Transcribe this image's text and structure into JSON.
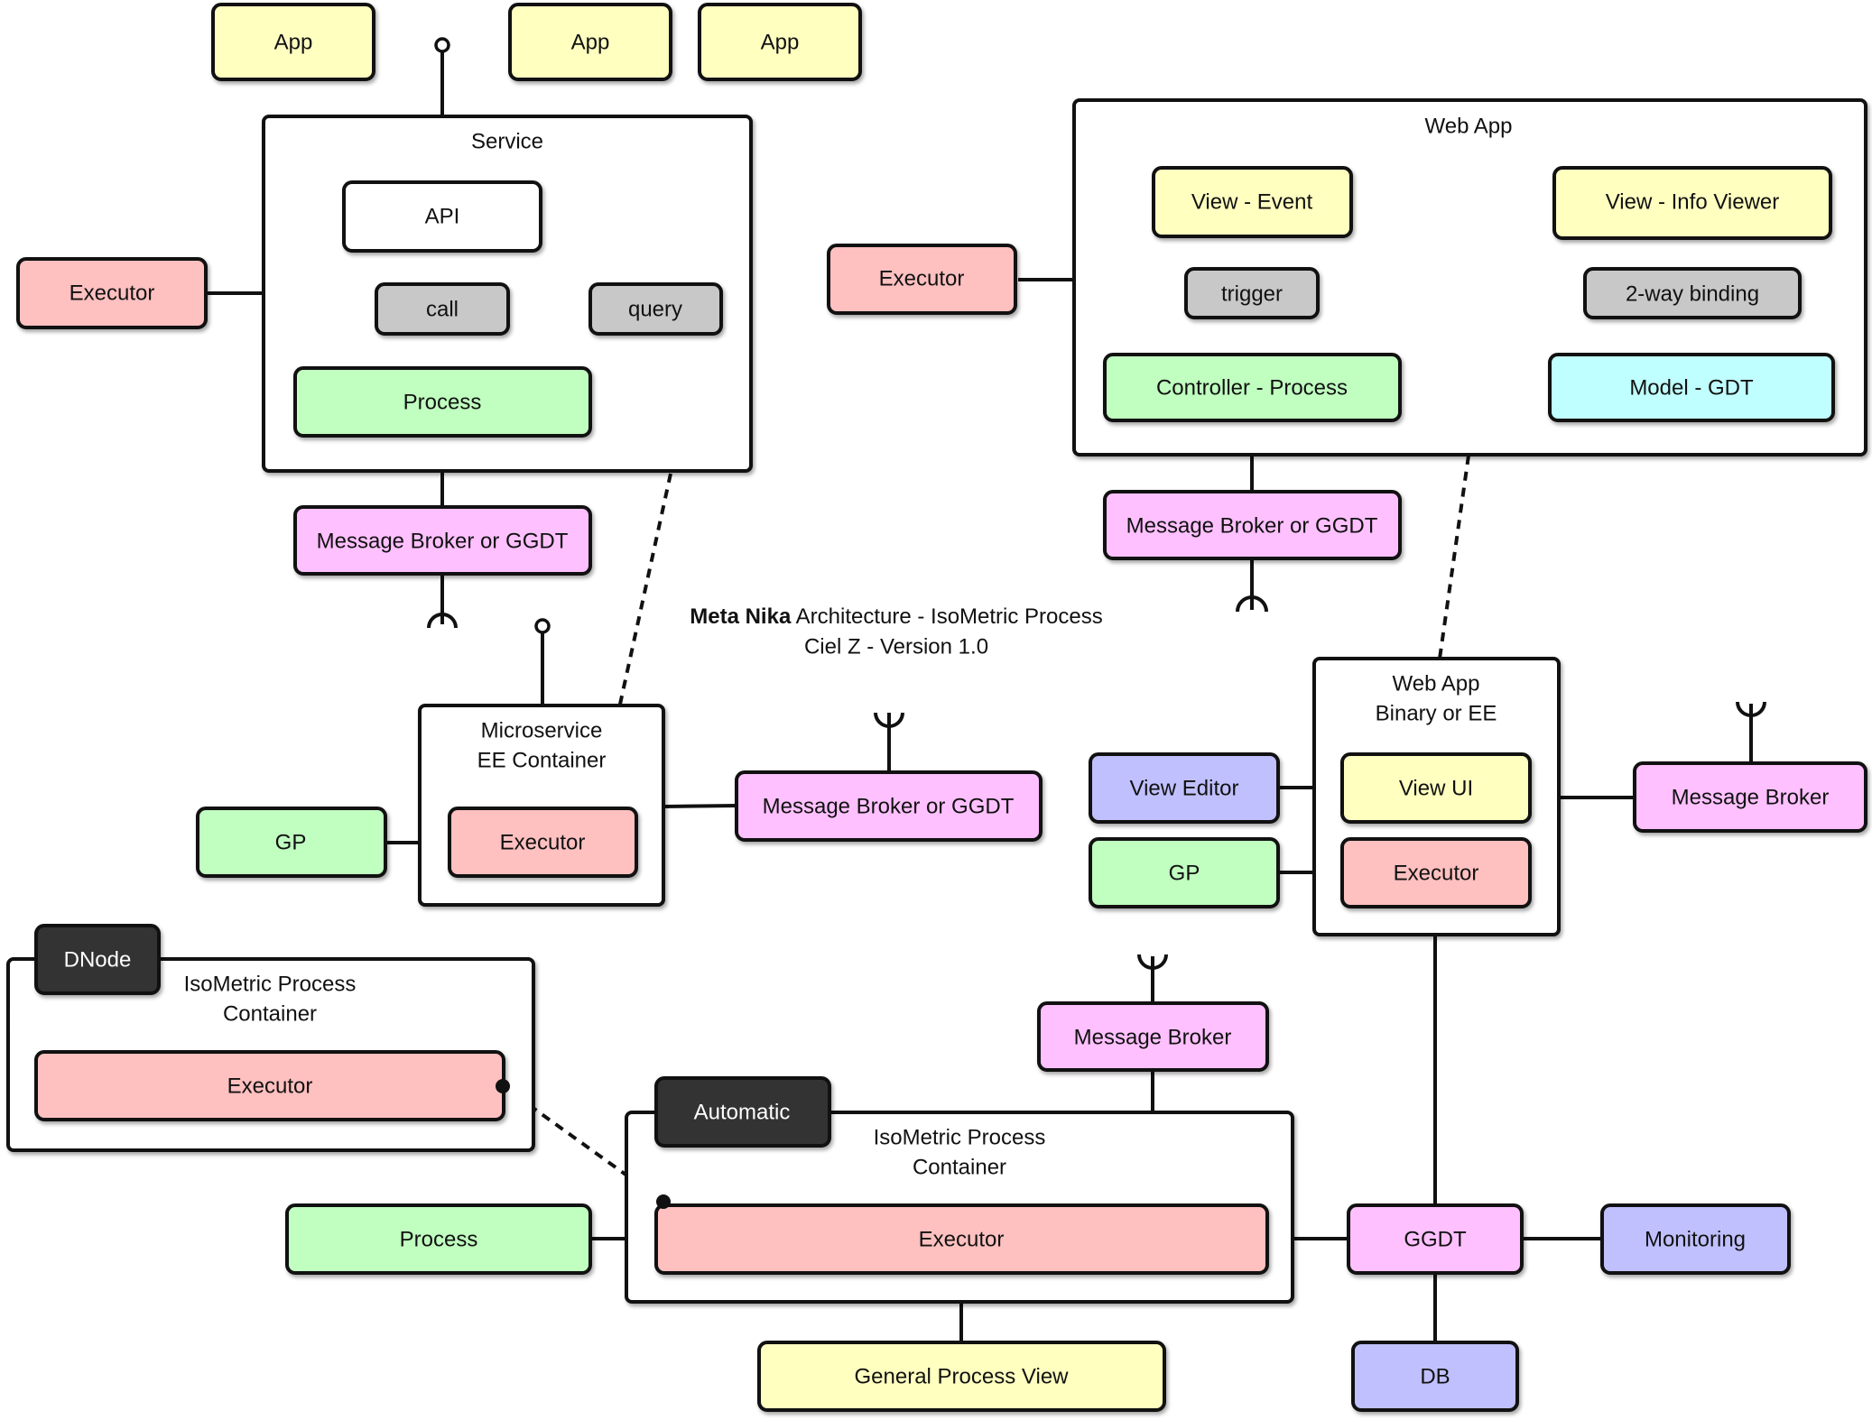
{
  "colors": {
    "yellow": "#ffffc0",
    "pink": "#ffc0c0",
    "green": "#c0ffc0",
    "gray": "#c8c8c8",
    "magenta": "#ffc0ff",
    "cyan": "#c0ffff",
    "lavender": "#c0c0ff",
    "dark": "#333333"
  },
  "title": {
    "bold_part": "Meta Nika",
    "rest": " Architecture -  IsoMetric Process",
    "subtitle": "Ciel Z - Version 1.0"
  },
  "apps": [
    "App",
    "App",
    "App"
  ],
  "service": {
    "title": "Service",
    "api": "API",
    "call": "call",
    "query": "query",
    "process": "Process",
    "executor": "Executor",
    "broker": "Message Broker or GGDT"
  },
  "webapp": {
    "title": "Web App",
    "view_event": "View - Event",
    "view_info": "View - Info Viewer",
    "trigger": "trigger",
    "binding": "2-way binding",
    "controller": "Controller - Process",
    "model": "Model - GDT",
    "executor": "Executor",
    "broker": "Message Broker or GGDT"
  },
  "microservice": {
    "title_line1": "Microservice",
    "title_line2": "EE Container",
    "executor": "Executor",
    "gp": "GP",
    "broker": "Message Broker or GGDT"
  },
  "webapp_binary": {
    "title_line1": "Web App",
    "title_line2": "Binary or EE",
    "view_ui": "View UI",
    "executor": "Executor",
    "view_editor": "View Editor",
    "gp": "GP",
    "broker": "Message Broker"
  },
  "dnode": {
    "tag": "DNode",
    "title_line1": "IsoMetric Process",
    "title_line2": "Container",
    "executor": "Executor"
  },
  "automatic": {
    "tag": "Automatic",
    "title_line1": "IsoMetric Process",
    "title_line2": "Container",
    "executor": "Executor",
    "process": "Process",
    "broker": "Message Broker",
    "general_view": "General Process View",
    "ggdt": "GGDT",
    "monitoring": "Monitoring",
    "db": "DB"
  }
}
